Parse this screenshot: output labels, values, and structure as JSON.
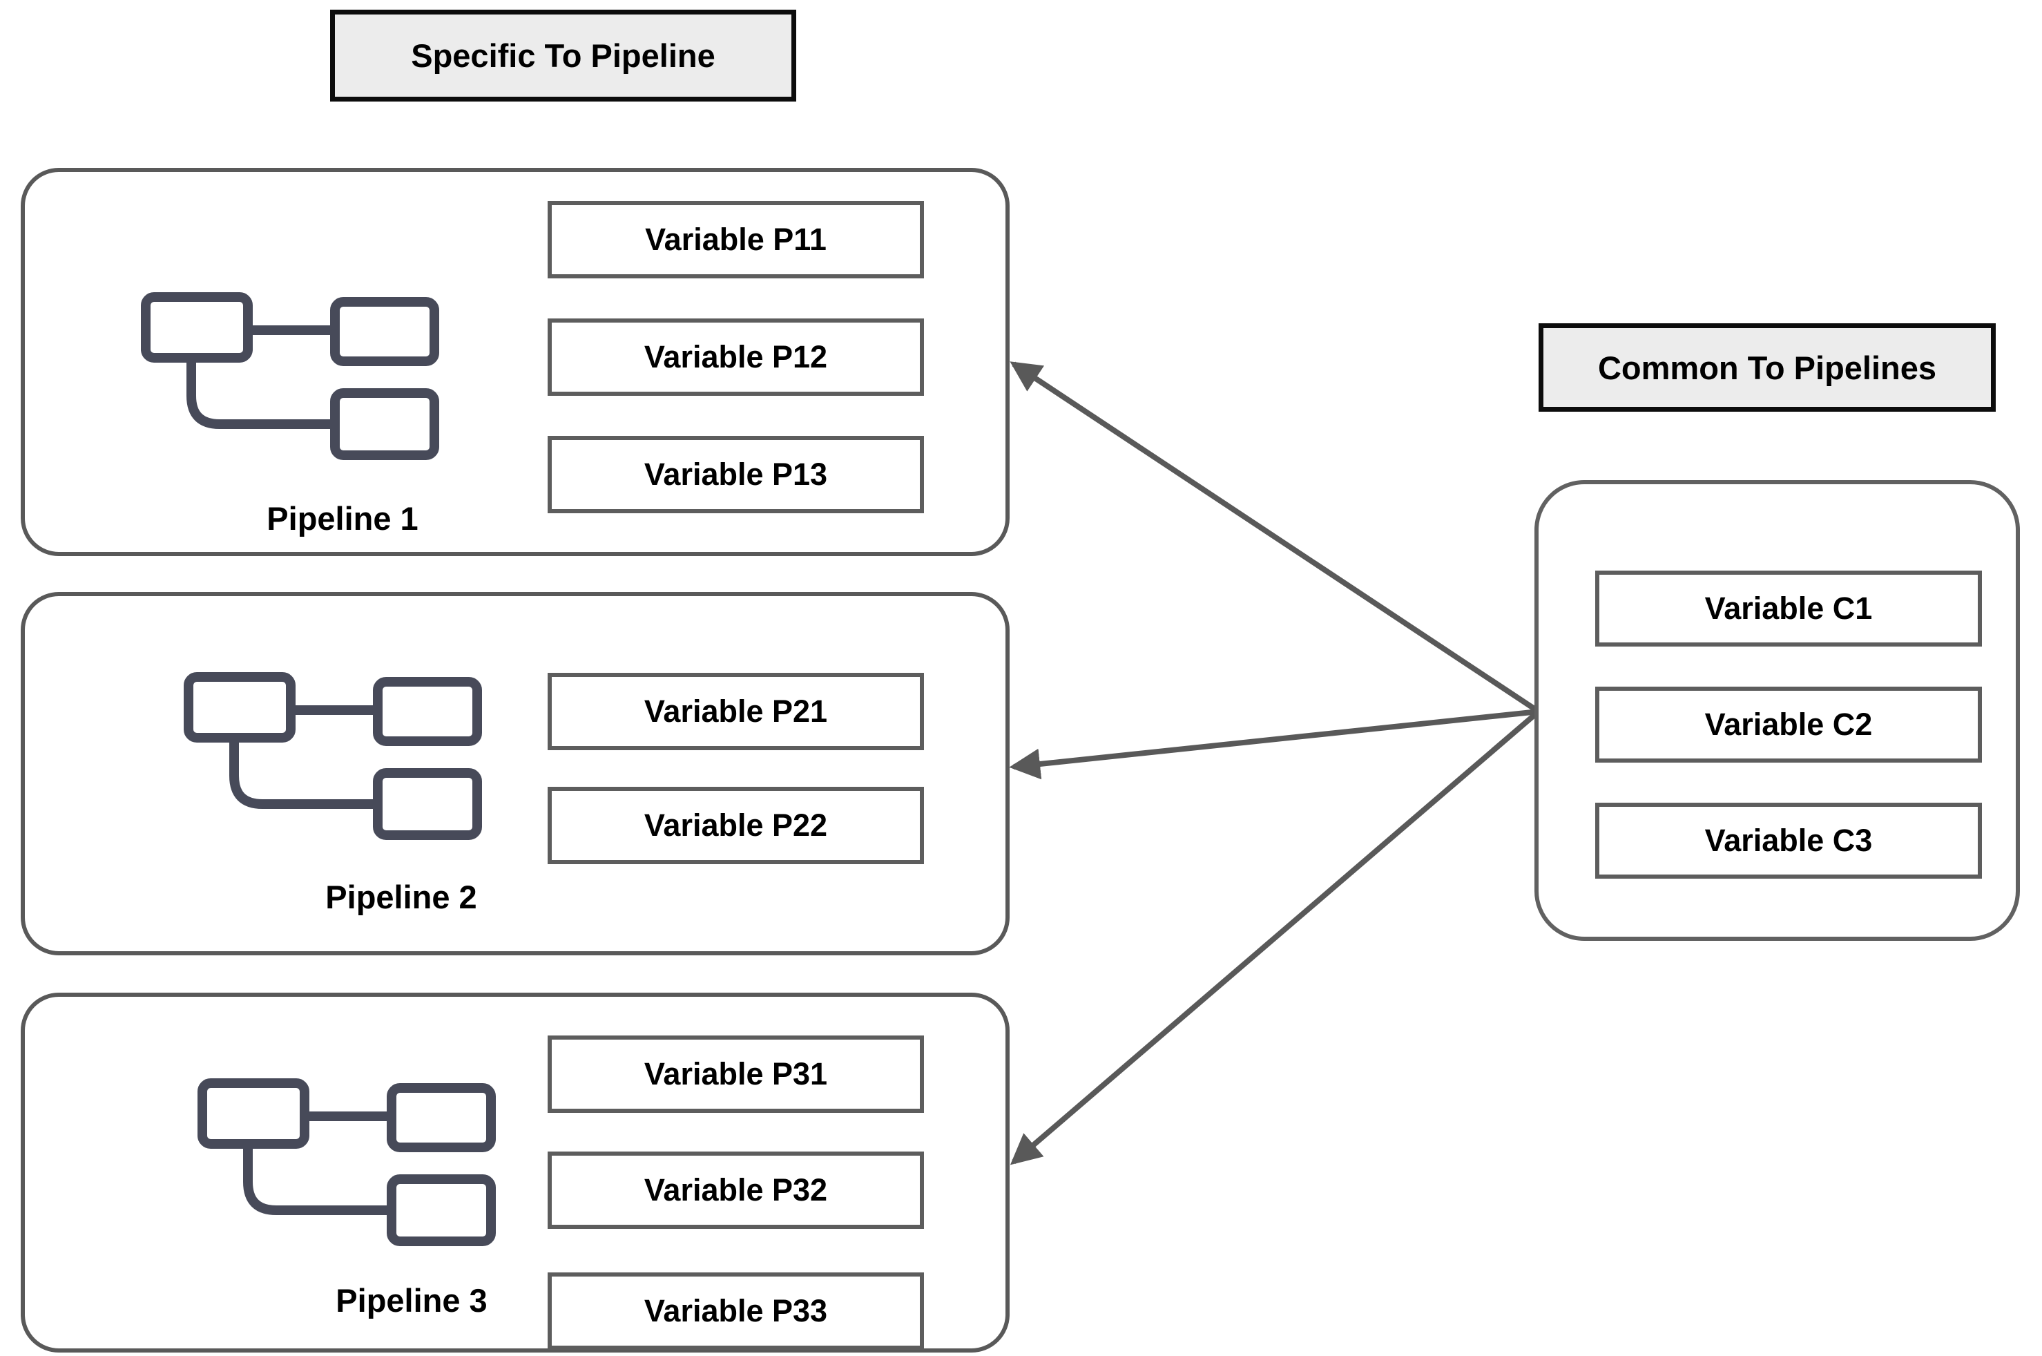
{
  "diagram": {
    "left_header": "Specific To Pipeline",
    "right_header": "Common To Pipelines",
    "pipelines": [
      {
        "label": "Pipeline 1",
        "icon": "workflow-icon",
        "variables": [
          "Variable P11",
          "Variable P12",
          "Variable P13"
        ]
      },
      {
        "label": "Pipeline 2",
        "icon": "workflow-icon",
        "variables": [
          "Variable P21",
          "Variable P22"
        ]
      },
      {
        "label": "Pipeline 3",
        "icon": "workflow-icon",
        "variables": [
          "Variable P31",
          "Variable P32",
          "Variable P33"
        ]
      }
    ],
    "common": {
      "variables": [
        "Variable C1",
        "Variable C2",
        "Variable C3"
      ]
    },
    "edges": [
      {
        "from": "common-group",
        "to": "pipeline-1",
        "style": "arrowhead-at-pipeline"
      },
      {
        "from": "common-group",
        "to": "pipeline-2",
        "style": "arrowhead-at-pipeline"
      },
      {
        "from": "common-group",
        "to": "pipeline-3",
        "style": "arrowhead-at-pipeline"
      }
    ],
    "colors": {
      "background": "#ffffff",
      "container_border": "#595959",
      "box_border": "#5d5d5d",
      "header_fill": "#ececec",
      "header_border": "#0c0c0c",
      "icon_color": "#474a59",
      "arrow_color": "#595959",
      "text_color": "#000000"
    }
  }
}
